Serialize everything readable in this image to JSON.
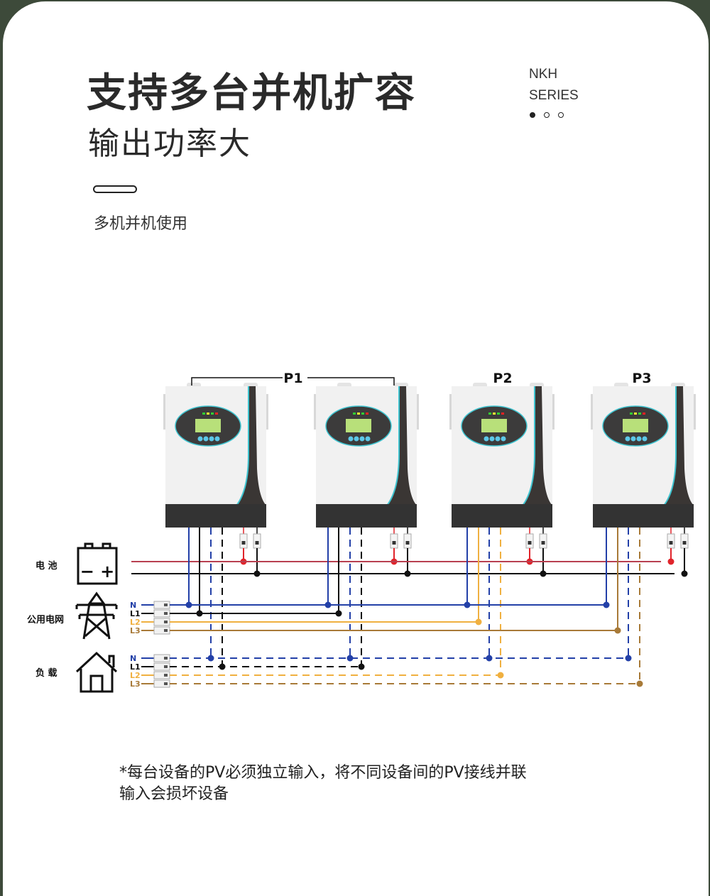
{
  "header": {
    "title": "支持多台并机扩容",
    "subtitle": "输出功率大",
    "brand_line1": "NKH",
    "brand_line2": "SERIES",
    "section_label": "多机并机使用"
  },
  "diagram": {
    "group_labels": [
      "P1",
      "P2",
      "P3"
    ],
    "source_labels": {
      "battery": "电 池",
      "grid": "公用电网",
      "load": "负 载"
    },
    "phase_labels": [
      "N",
      "L1",
      "L2",
      "L3"
    ],
    "inverter_count": 4,
    "colors": {
      "N": "#2340a8",
      "L1": "#111111",
      "L2": "#f0b040",
      "L3": "#a87a38",
      "battery_pos": "#e0242b",
      "battery_neg": "#111111"
    }
  },
  "footer": {
    "note_line1": "*每台设备的PV必须独立输入，将不同设备间的PV接线并联",
    "note_line2": "输入会损坏设备"
  }
}
